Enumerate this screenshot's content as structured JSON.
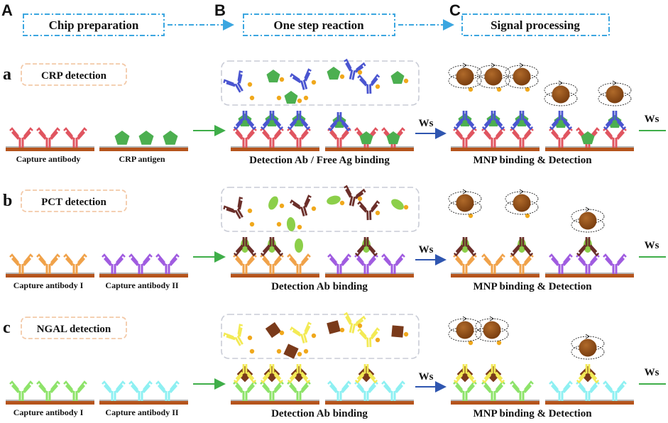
{
  "panels": {
    "a": "A",
    "b": "B",
    "c": "C",
    "step_a": "Chip preparation",
    "step_b": "One step reaction",
    "step_c": "Signal processing"
  },
  "rows": [
    {
      "letter": "a",
      "title": "CRP detection",
      "cap_left": "Capture antibody",
      "cap_right": "CRP antigen",
      "mid_label": "Detection Ab / Free Ag binding",
      "right_label": "MNP binding & Detection",
      "ws": "Ws",
      "ws2": "Ws"
    },
    {
      "letter": "b",
      "title": "PCT detection",
      "cap_left": "Capture antibody I",
      "cap_right": "Capture antibody II",
      "mid_label": "Detection Ab binding",
      "right_label": "MNP binding & Detection",
      "ws": "Ws",
      "ws2": "Ws"
    },
    {
      "letter": "c",
      "title": "NGAL detection",
      "cap_left": "Capture antibody I",
      "cap_right": "Capture antibody II",
      "mid_label": "Detection Ab binding",
      "right_label": "MNP binding & Detection",
      "ws": "Ws",
      "ws2": "Ws"
    }
  ],
  "colors": {
    "crp_antibody": "#e05560",
    "crp_detection_ab": "#4a55d0",
    "crp_antigen": "#4caf50",
    "pct_capture_1": "#f0a24a",
    "pct_capture_2": "#a05ce0",
    "pct_detection_ab": "#6b2f2a",
    "pct_antigen": "#8ccf4a",
    "ngal_capture_1": "#8ee36a",
    "ngal_capture_2": "#8ef0f2",
    "ngal_detection_ab": "#f3ea55",
    "ngal_antigen": "#7a3a1a",
    "substrate": "#b5541c",
    "mnp": "#8b4a14",
    "biotin_dot": "#f0a81c",
    "step_box_border": "#3ba6e0",
    "title_box_border": "#f3c9a8",
    "green_arrow": "#3fae49",
    "blue_arrow": "#2f56b0"
  }
}
